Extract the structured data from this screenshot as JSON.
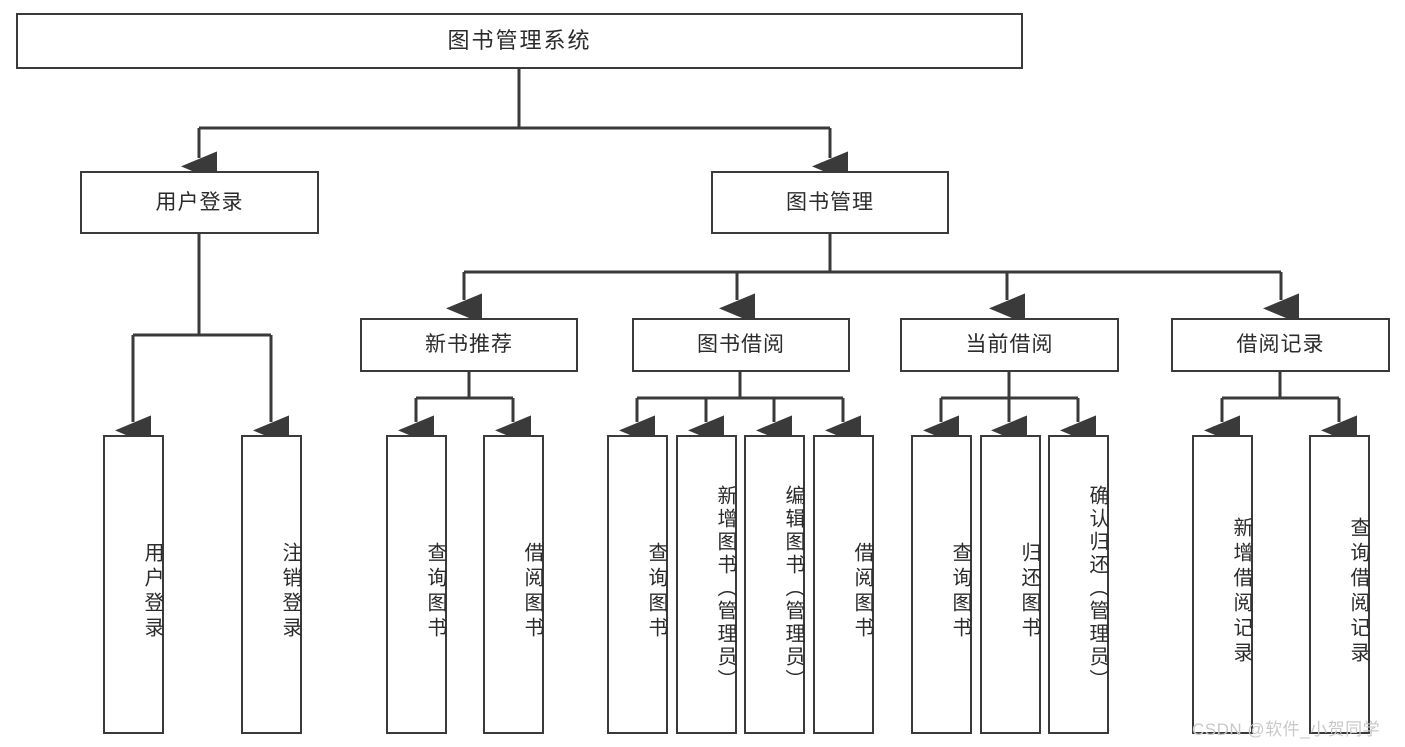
{
  "diagram": {
    "type": "tree-hierarchy-flowchart",
    "title": "图书管理系统",
    "line_color": "#3a3a3a",
    "text_color": "#2b2b2b",
    "background": "#ffffff",
    "watermark": "CSDN @软件_小贺同学"
  },
  "root": {
    "label": "图书管理系统"
  },
  "level2": [
    {
      "label": "用户登录"
    },
    {
      "label": "图书管理"
    }
  ],
  "level3": [
    {
      "label": "新书推荐"
    },
    {
      "label": "图书借阅"
    },
    {
      "label": "当前借阅"
    },
    {
      "label": "借阅记录"
    }
  ],
  "leaves": {
    "user_login": [
      {
        "label": "用户登录"
      },
      {
        "label": "注销登录"
      }
    ],
    "new_book_recommend": [
      {
        "label": "查询图书"
      },
      {
        "label": "借阅图书"
      }
    ],
    "book_borrow": [
      {
        "label": "查询图书"
      },
      {
        "label": "新增图书（管理员）"
      },
      {
        "label": "编辑图书（管理员）"
      },
      {
        "label": "借阅图书"
      }
    ],
    "current_borrow": [
      {
        "label": "查询图书"
      },
      {
        "label": "归还图书"
      },
      {
        "label": "确认归还（管理员）"
      }
    ],
    "borrow_record": [
      {
        "label": "新增借阅记录"
      },
      {
        "label": "查询借阅记录"
      }
    ]
  }
}
